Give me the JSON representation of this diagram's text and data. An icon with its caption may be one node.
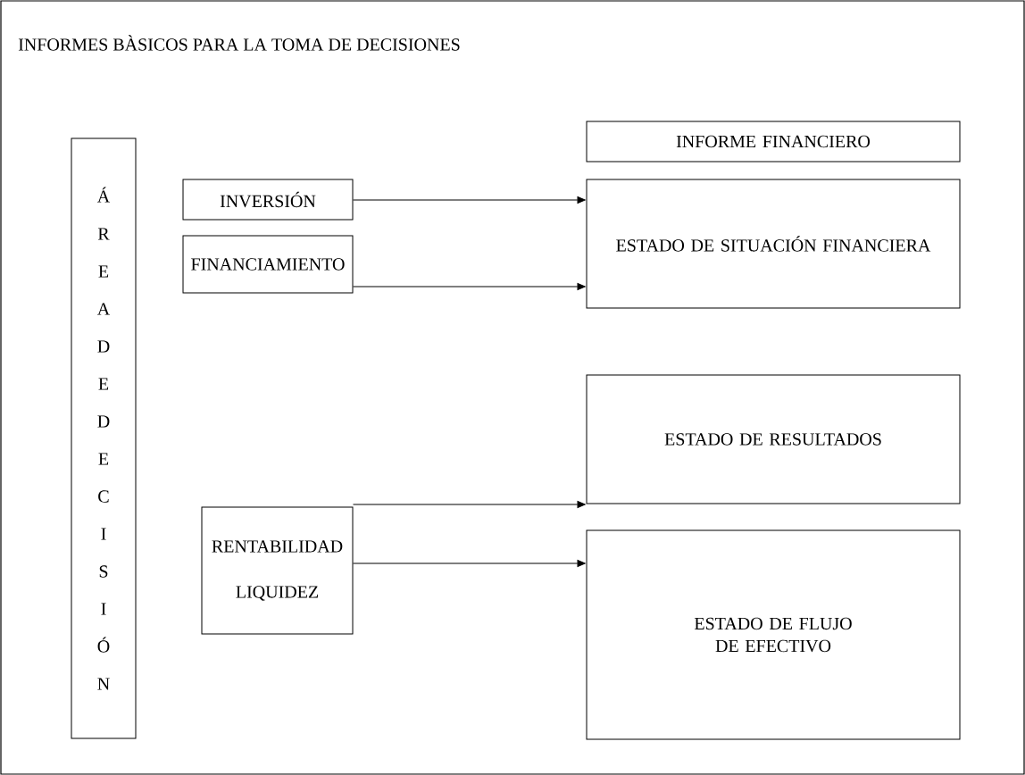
{
  "diagram": {
    "title": "INFORMES BÀSICOS PARA LA TOMA DE DECISIONES",
    "nodes": [
      {
        "text": [
          "ÁREA DE DECISIÓN"
        ]
      },
      {
        "text": [
          "INFORME FINANCIERO"
        ]
      },
      {
        "text": [
          "INVERSIÓN"
        ]
      },
      {
        "text": [
          "FINANCIAMIENTO"
        ]
      },
      {
        "text": [
          "ESTADO DE SITUACIÓN FINANCIERA"
        ]
      },
      {
        "text": [
          "ESTADO DE RESULTADOS"
        ]
      },
      {
        "text": [
          "RENTABILIDAD",
          "LIQUIDEZ"
        ]
      },
      {
        "text": [
          "ESTADO DE FLUJO DE EFECTIVO"
        ]
      }
    ],
    "edges": [
      {
        "from": 2,
        "to": 4,
        "arrow": "to"
      },
      {
        "from": 3,
        "to": 4,
        "arrow": "to"
      },
      {
        "from": 6,
        "to": 5,
        "arrow": "to"
      },
      {
        "from": 6,
        "to": 7,
        "arrow": "to"
      }
    ]
  }
}
